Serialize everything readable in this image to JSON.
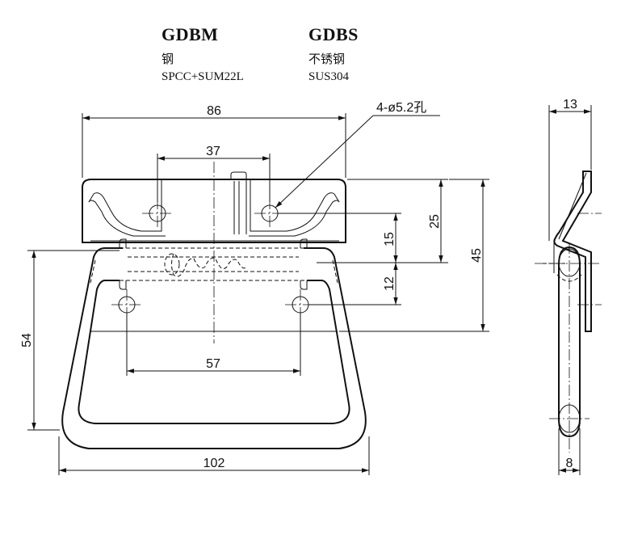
{
  "models": [
    {
      "code": "GDBM",
      "material": "钢",
      "spec": "SPCC+SUM22L"
    },
    {
      "code": "GDBS",
      "material": "不锈钢",
      "spec": "SUS304"
    }
  ],
  "dimensions": {
    "overall_plate_width": "86",
    "hole_spacing_top": "37",
    "hole_callout": "4-ø5.2孔",
    "height_25": "25",
    "height_45": "45",
    "height_15": "15",
    "height_12": "12",
    "handle_height": "54",
    "hole_spacing_bottom": "57",
    "overall_width": "102",
    "side_thickness": "13",
    "handle_diameter": "8"
  }
}
